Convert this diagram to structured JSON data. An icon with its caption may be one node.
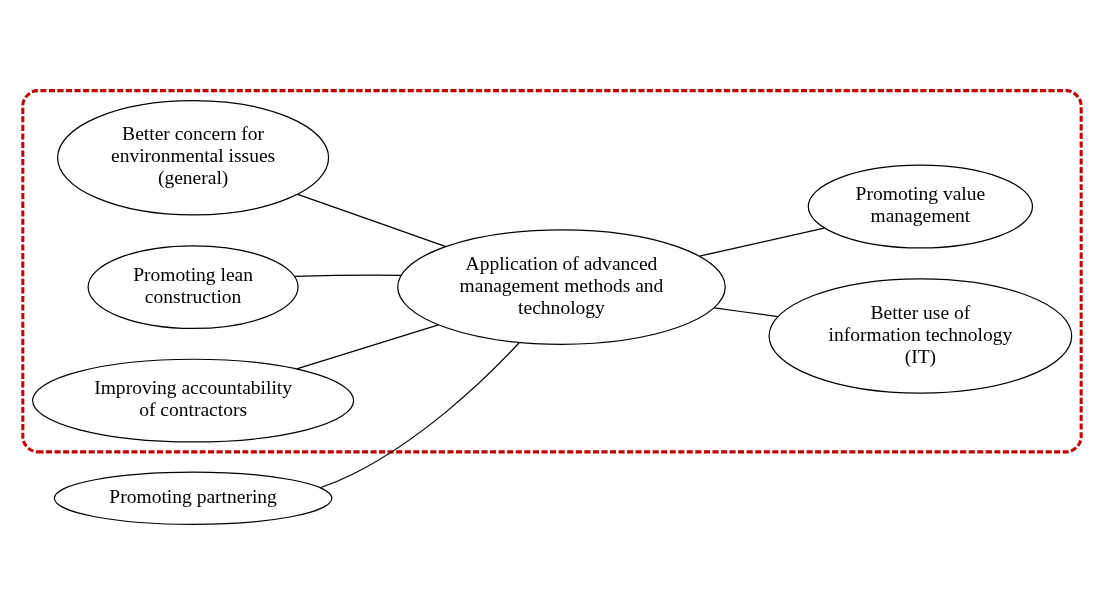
{
  "diagram": {
    "nodes": [
      {
        "text": [],
        "shape": "polygon"
      },
      {
        "text": [
          "Better concern for environmental issues (general)"
        ],
        "in": 0
      },
      {
        "text": [
          "Promoting partnering"
        ]
      },
      {
        "text": [
          "Better use of information technology (IT)"
        ],
        "in": 0
      },
      {
        "text": [
          "Application of advanced management methods and technology"
        ],
        "in": 0
      },
      {
        "text": [
          "Promoting lean construction"
        ],
        "in": 0
      },
      {
        "text": [
          "Promoting value management"
        ],
        "in": 0
      },
      {
        "text": [
          "Improving accountability of contractors"
        ],
        "in": 0
      }
    ],
    "edges": [
      {
        "from": 4,
        "to": 1,
        "arrow": "none"
      },
      {
        "from": 4,
        "to": 2,
        "arrow": "none"
      },
      {
        "from": 4,
        "to": 3,
        "arrow": "none"
      },
      {
        "from": 4,
        "to": 5,
        "arrow": "none"
      },
      {
        "from": 4,
        "to": 6,
        "arrow": "none"
      },
      {
        "from": 4,
        "to": 7,
        "arrow": "none"
      }
    ]
  }
}
